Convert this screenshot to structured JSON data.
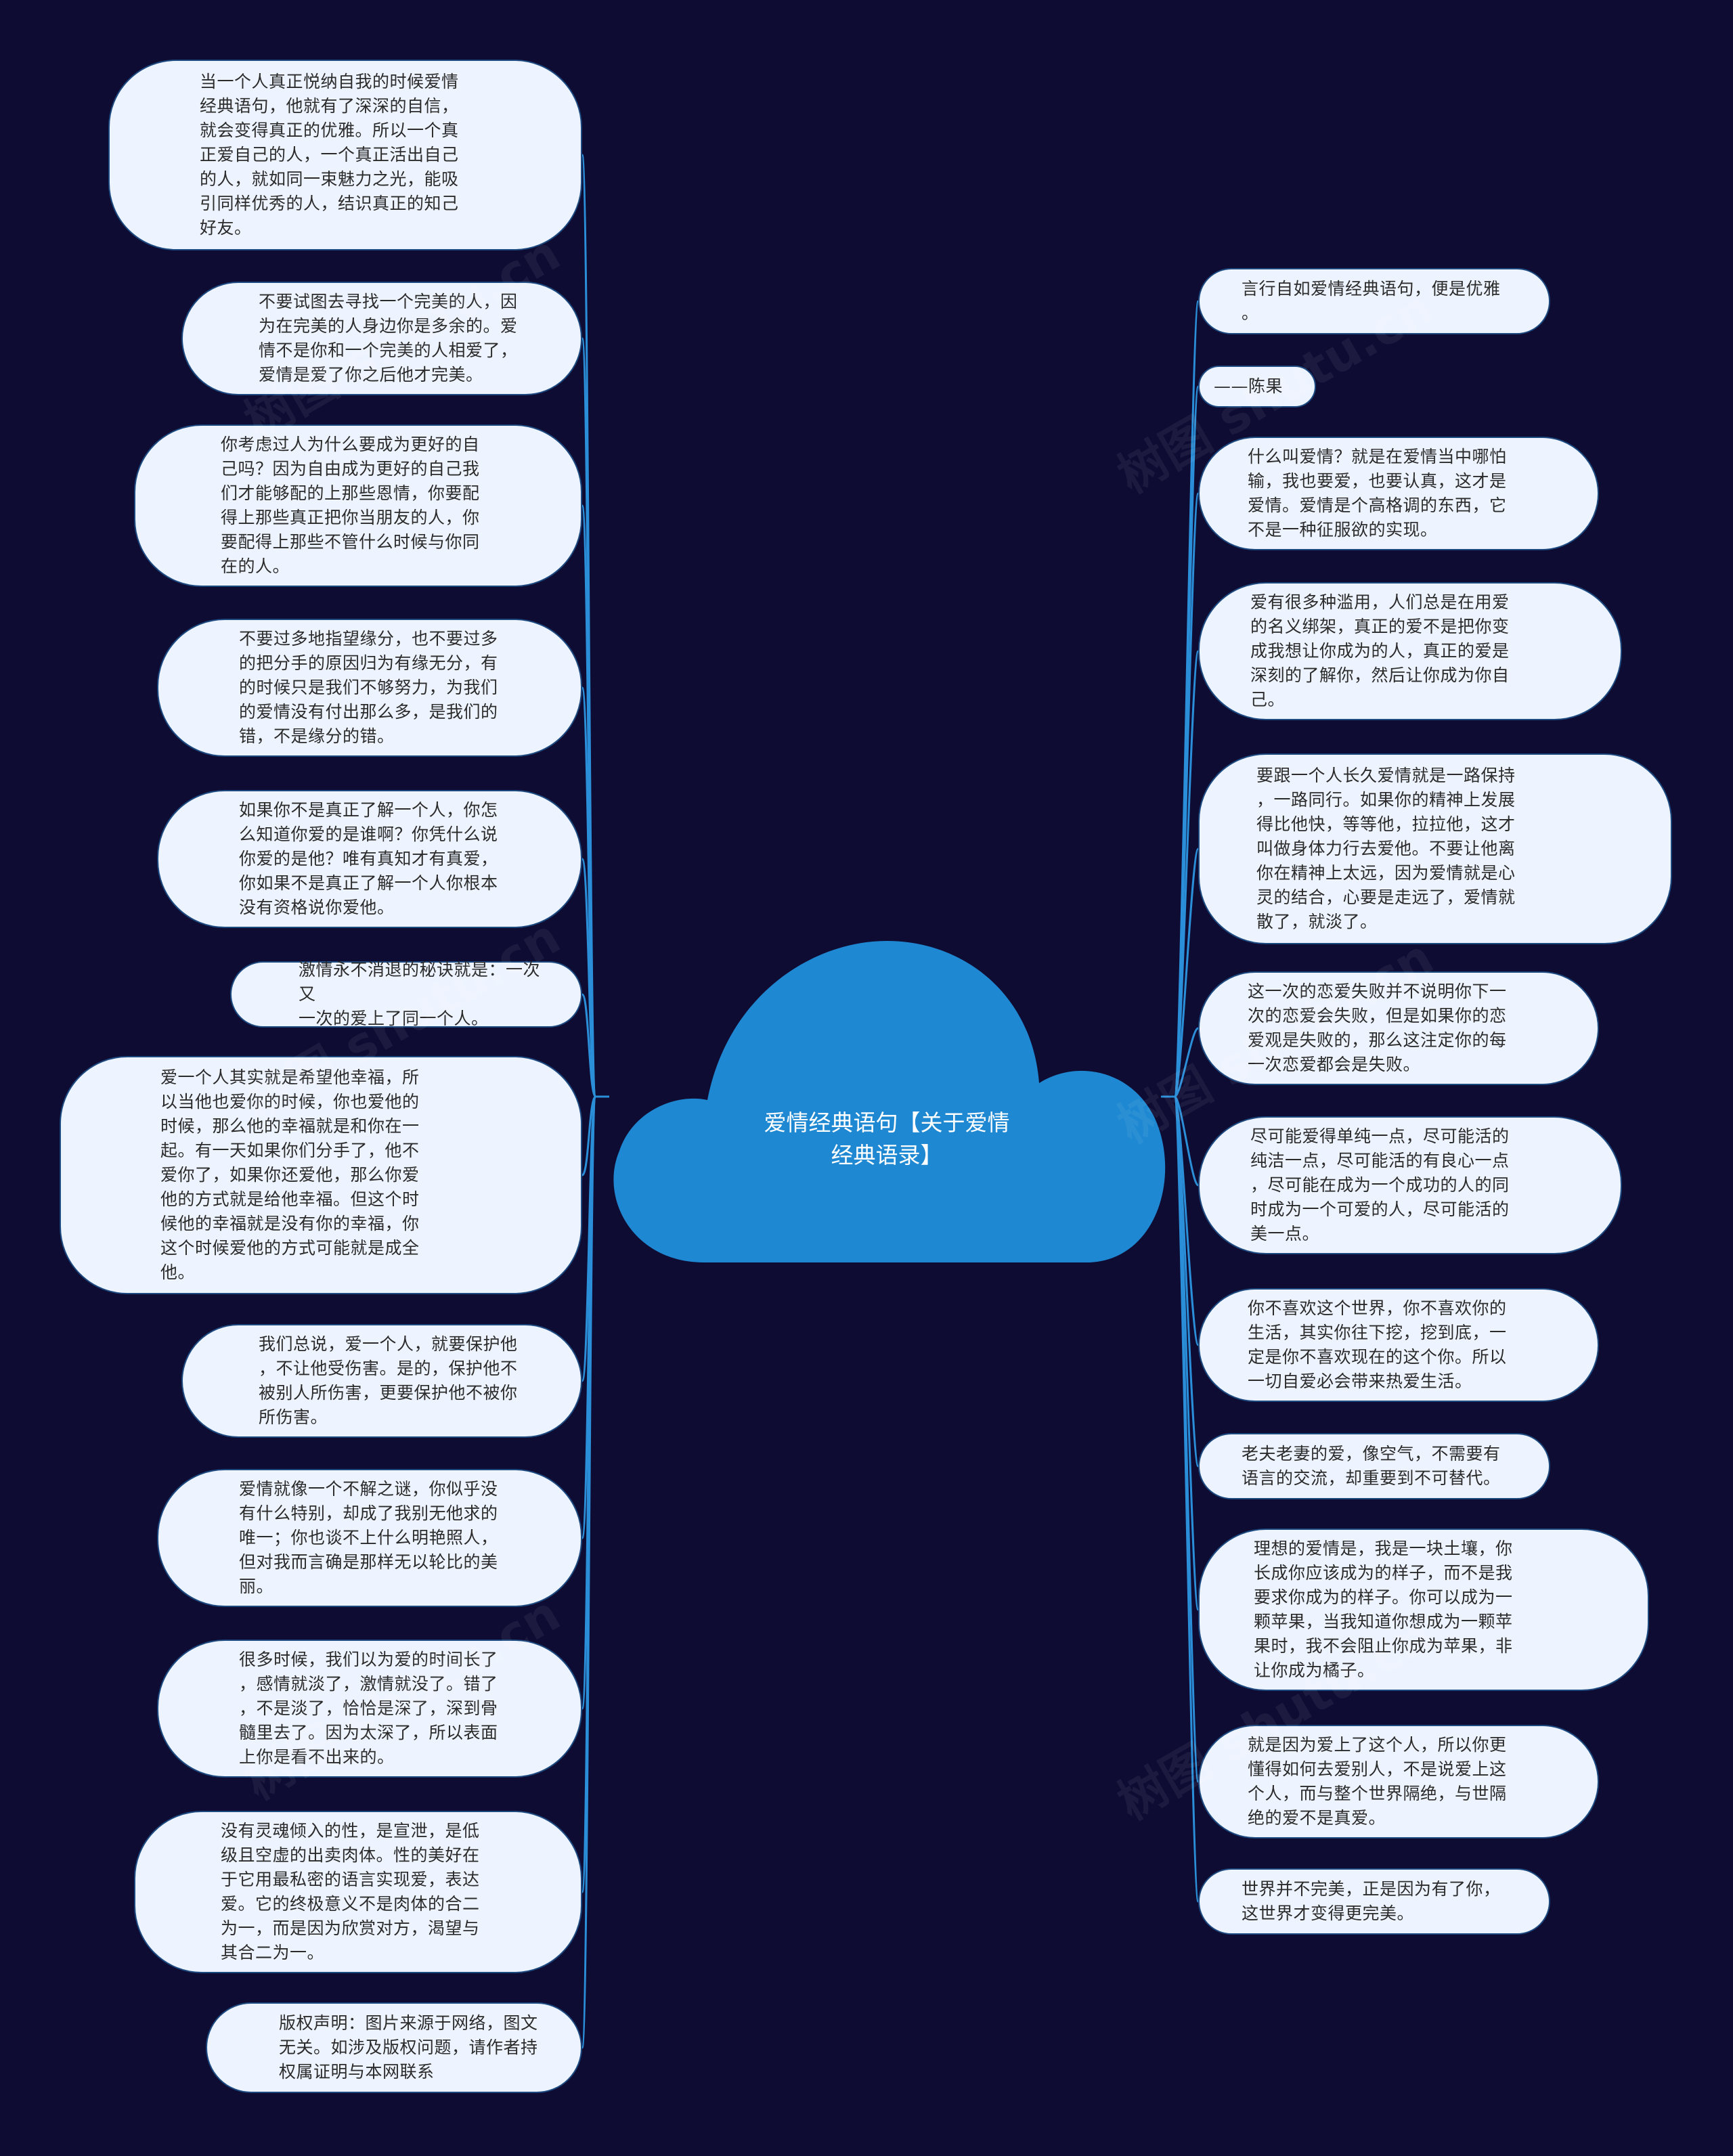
{
  "center": {
    "title": "爱情经典语句【关于爱情\n经典语录】"
  },
  "left_nodes": [
    "当一个人真正悦纳自我的时候爱情\n经典语句，他就有了深深的自信，\n就会变得真正的优雅。所以一个真\n正爱自己的人，一个真正活出自己\n的人，就如同一束魅力之光，能吸\n引同样优秀的人，结识真正的知己\n好友。",
    "不要试图去寻找一个完美的人，因\n为在完美的人身边你是多余的。爱\n情不是你和一个完美的人相爱了，\n爱情是爱了你之后他才完美。",
    "你考虑过人为什么要成为更好的自\n己吗？因为自由成为更好的自己我\n们才能够配的上那些恩情，你要配\n得上那些真正把你当朋友的人，你\n要配得上那些不管什么时候与你同\n在的人。",
    "不要过多地指望缘分，也不要过多\n的把分手的原因归为有缘无分，有\n的时候只是我们不够努力，为我们\n的爱情没有付出那么多，是我们的\n错，不是缘分的错。",
    "如果你不是真正了解一个人，你怎\n么知道你爱的是谁啊？你凭什么说\n你爱的是他？唯有真知才有真爱，\n你如果不是真正了解一个人你根本\n没有资格说你爱他。",
    "激情永不消退的秘诀就是：一次又\n一次的爱上了同一个人。",
    "爱一个人其实就是希望他幸福，所\n以当他也爱你的时候，你也爱他的\n时候，那么他的幸福就是和你在一\n起。有一天如果你们分手了，他不\n爱你了，如果你还爱他，那么你爱\n他的方式就是给他幸福。但这个时\n候他的幸福就是没有你的幸福，你\n这个时候爱他的方式可能就是成全\n他。",
    "我们总说，爱一个人，就要保护他\n，不让他受伤害。是的，保护他不\n被别人所伤害，更要保护他不被你\n所伤害。",
    "爱情就像一个不解之谜，你似乎没\n有什么特别，却成了我别无他求的\n唯一；你也谈不上什么明艳照人，\n但对我而言确是那样无以轮比的美\n丽。",
    "很多时候，我们以为爱的时间长了\n，感情就淡了，激情就没了。错了\n，不是淡了，恰恰是深了，深到骨\n髓里去了。因为太深了，所以表面\n上你是看不出来的。",
    "没有灵魂倾入的性，是宣泄，是低\n级且空虚的出卖肉体。性的美好在\n于它用最私密的语言实现爱，表达\n爱。它的终极意义不是肉体的合二\n为一，而是因为欣赏对方，渴望与\n其合二为一。",
    "版权声明：图片来源于网络，图文\n无关。如涉及版权问题，请作者持\n权属证明与本网联系"
  ],
  "right_nodes": [
    "言行自如爱情经典语句，便是优雅\n。",
    "——陈果",
    "什么叫爱情？就是在爱情当中哪怕\n输，我也要爱，也要认真，这才是\n爱情。爱情是个高格调的东西，它\n不是一种征服欲的实现。",
    "爱有很多种滥用，人们总是在用爱\n的名义绑架，真正的爱不是把你变\n成我想让你成为的人，真正的爱是\n深刻的了解你，然后让你成为你自\n己。",
    "要跟一个人长久爱情就是一路保持\n，一路同行。如果你的精神上发展\n得比他快，等等他，拉拉他，这才\n叫做身体力行去爱他。不要让他离\n你在精神上太远，因为爱情就是心\n灵的结合，心要是走远了，爱情就\n散了，就淡了。",
    "这一次的恋爱失败并不说明你下一\n次的恋爱会失败，但是如果你的恋\n爱观是失败的，那么这注定你的每\n一次恋爱都会是失败。",
    "尽可能爱得单纯一点，尽可能活的\n纯洁一点，尽可能活的有良心一点\n，尽可能在成为一个成功的人的同\n时成为一个可爱的人，尽可能活的\n美一点。",
    "你不喜欢这个世界，你不喜欢你的\n生活，其实你往下挖，挖到底，一\n定是你不喜欢现在的这个你。所以\n一切自爱必会带来热爱生活。",
    "老夫老妻的爱，像空气，不需要有\n语言的交流，却重要到不可替代。",
    "理想的爱情是，我是一块土壤，你\n长成你应该成为的样子，而不是我\n要求你成为的样子。你可以成为一\n颗苹果，当我知道你想成为一颗苹\n果时，我不会阻止你成为苹果，非\n让你成为橘子。",
    "就是因为爱上了这个人，所以你更\n懂得如何去爱别人，不是说爱上这\n个人，而与整个世界隔绝，与世隔\n绝的爱不是真爱。",
    "世界并不完美，正是因为有了你，\n这世界才变得更完美。"
  ],
  "watermark": "树图 shutu.cn",
  "colors": {
    "background": "#0f0c33",
    "cloud": "#1e88d2",
    "connector": "#2a8fd8",
    "node_fill": "#eef4ff",
    "node_border": "#1c4a80"
  }
}
